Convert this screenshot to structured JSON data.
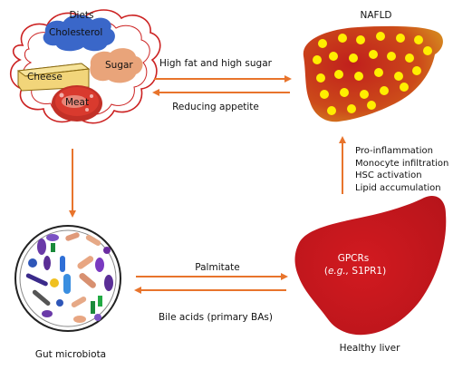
{
  "nodes": {
    "diets": {
      "title": "Diets",
      "items": {
        "cholesterol": "Cholesterol",
        "cheese": "Cheese",
        "sugar": "Sugar",
        "meat": "Meat"
      }
    },
    "nafld": {
      "title": "NAFLD"
    },
    "gut_microbiota": {
      "title": "Gut microbiota"
    },
    "healthy_liver": {
      "title": "Healthy liver",
      "receptor": "GPCRs",
      "example": "e.g.,",
      "example_rest": " S1PR1)"
    }
  },
  "edges": {
    "diets_to_nafld": "High fat and high sugar",
    "nafld_to_diets": "Reducing appetite",
    "microbiota_to_liver": "Palmitate",
    "liver_to_microbiota": "Bile acids (primary BAs)"
  },
  "liver_to_nafld_effects": [
    "Pro-inflammation",
    "Monocyte infiltration",
    "HSC activation",
    "Lipid accumulation"
  ],
  "colors": {
    "arrow": "#e8742c",
    "cloud_outline": "#cc2222",
    "cholesterol": "#3a67c9",
    "cheese": "#f2d57a",
    "sugar": "#e9a47a",
    "meat": "#d93a2e",
    "healthy_liver": "#c8191e",
    "nafld_liver": "#c8421c",
    "fat_droplet": "#ffee00"
  }
}
